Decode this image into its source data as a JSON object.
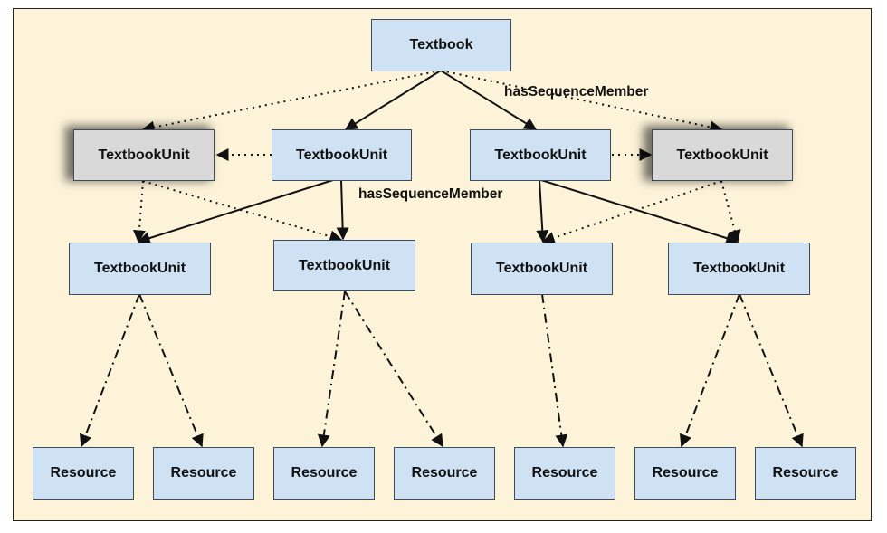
{
  "nodes": {
    "textbook": "Textbook",
    "unit_grey_left": "TextbookUnit",
    "unit_top_a": "TextbookUnit",
    "unit_top_b": "TextbookUnit",
    "unit_grey_right": "TextbookUnit",
    "unit_mid_1": "TextbookUnit",
    "unit_mid_2": "TextbookUnit",
    "unit_mid_3": "TextbookUnit",
    "unit_mid_4": "TextbookUnit",
    "resources": [
      "Resource",
      "Resource",
      "Resource",
      "Resource",
      "Resource",
      "Resource",
      "Resource"
    ]
  },
  "edge_labels": {
    "top": "hasSequenceMember",
    "middle": "hasSequenceMember"
  },
  "colors": {
    "node_fill": "#cfe2f3",
    "grey_node_fill": "#d9d9d9",
    "background": "#fdf3d9"
  }
}
